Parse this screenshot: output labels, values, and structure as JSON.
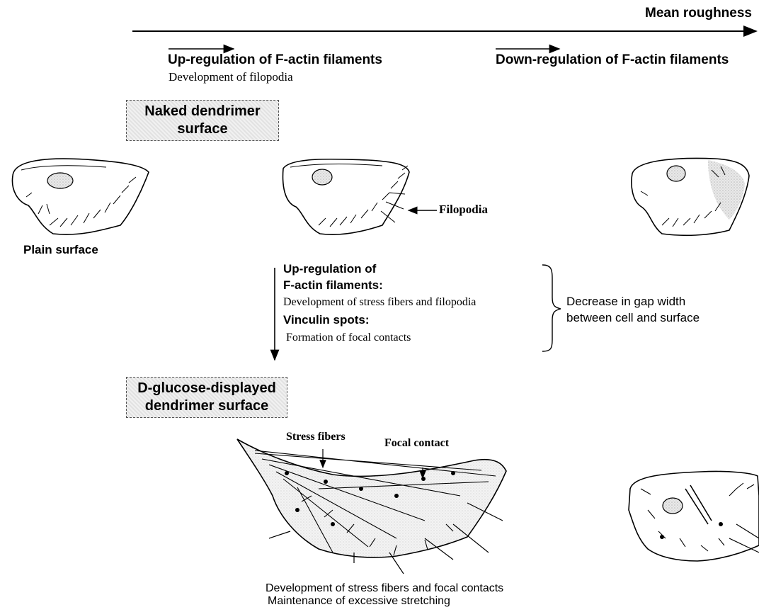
{
  "header": {
    "mean_roughness": "Mean roughness",
    "up_regulation": "Up-regulation of F-actin filaments",
    "filopodia_dev": "Development of filopodia",
    "down_regulation": "Down-regulation of F-actin filaments"
  },
  "boxes": {
    "naked_line1": "Naked dendrimer",
    "naked_line2": "surface",
    "glucose_line1": "D-glucose-displayed",
    "glucose_line2": "dendrimer surface"
  },
  "labels": {
    "plain_surface": "Plain surface",
    "filopodia": "Filopodia",
    "stress_fibers": "Stress fibers",
    "focal_contact": "Focal contact"
  },
  "middle": {
    "up_reg_line1": "Up-regulation of",
    "up_reg_line2": "F-actin filaments:",
    "stress_dev": "Development of stress fibers and filopodia",
    "vinculin": "Vinculin spots:",
    "focal_form": "Formation of focal contacts",
    "gap_line1": "Decrease in gap width",
    "gap_line2": "between cell and surface"
  },
  "footer": {
    "line1": "Development of stress fibers and focal contacts",
    "line2": "Maintenance of excessive stretching"
  }
}
